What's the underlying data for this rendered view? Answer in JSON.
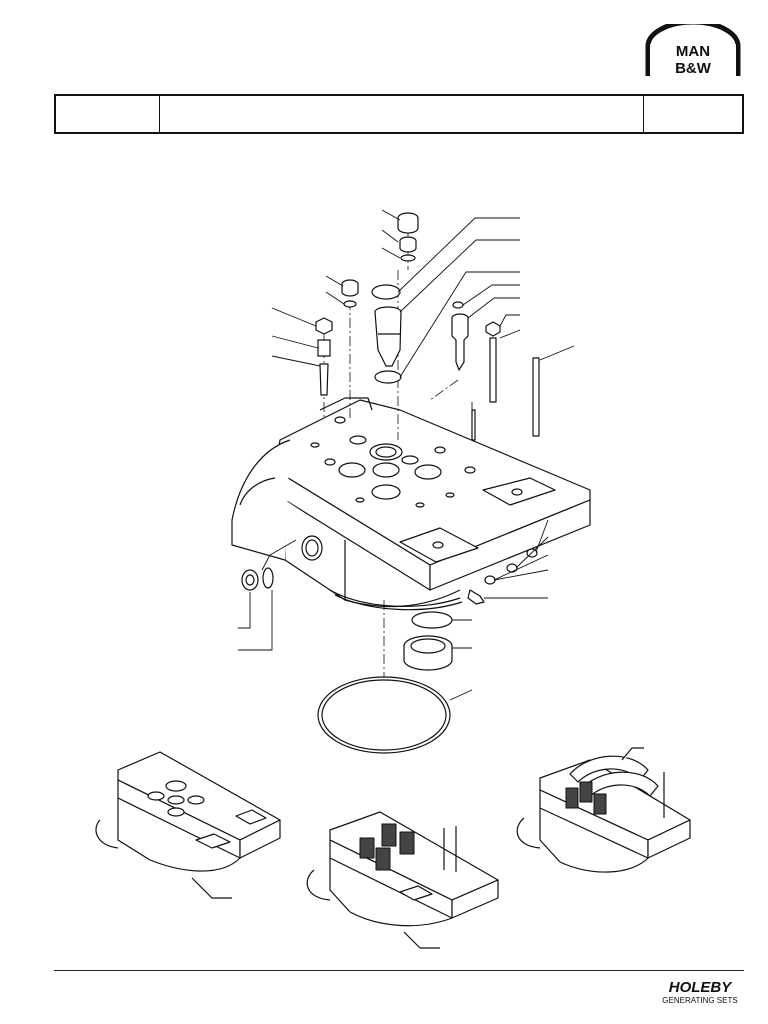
{
  "brand": {
    "logo_line1": "MAN",
    "logo_line2": "B&W"
  },
  "header": {
    "cell_left": "",
    "cell_middle": "",
    "cell_right": ""
  },
  "footer": {
    "company": "HOLEBY",
    "tagline": "GENERATING SETS"
  }
}
